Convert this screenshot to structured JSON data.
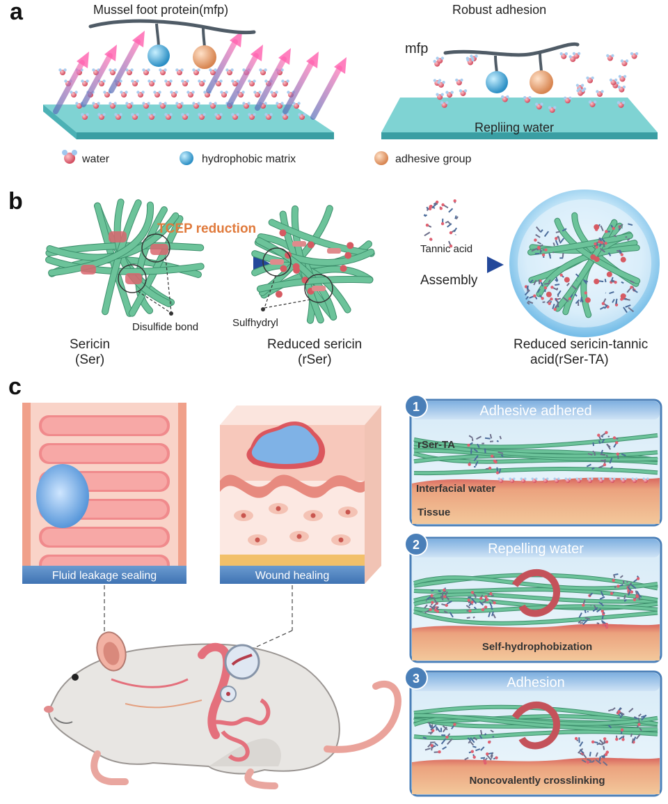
{
  "panel_a": {
    "letter": "a",
    "left_title": "Mussel foot protein(mfp)",
    "right_title": "Robust adhesion",
    "mfp_label": "mfp",
    "surface_label": "Repliing water",
    "legend": [
      {
        "label": "water",
        "icon": "water-molecule-icon"
      },
      {
        "label": "hydrophobic matrix",
        "icon": "blue-sphere-icon"
      },
      {
        "label": "adhesive group",
        "icon": "orange-sphere-icon"
      }
    ]
  },
  "panel_b": {
    "letter": "b",
    "reduction_label": "TCEP reduction",
    "tannic_label": "Tannic acid",
    "assembly_label": "Assembly",
    "disulfide_label": "Disulfide bond",
    "sulfhydryl_label": "Sulfhydryl",
    "ser_name": "Sericin",
    "ser_abbr": "(Ser)",
    "rser_name": "Reduced sericin",
    "rser_abbr": "(rSer)",
    "rserta_name": "Reduced sericin-tannic",
    "rserta_abbr": "acid(rSer-TA)"
  },
  "panel_c": {
    "letter": "c",
    "left_caption": "Fluid leakage sealing",
    "mid_caption": "Wound healing",
    "steps": [
      {
        "num": "1",
        "title": "Adhesive adhered",
        "labels": [
          "rSer-TA",
          "Interfacial water",
          "Tissue"
        ]
      },
      {
        "num": "2",
        "title": "Repelling water",
        "bottom": "Self-hydrophobization"
      },
      {
        "num": "3",
        "title": "Adhesion",
        "bottom": "Noncovalently crosslinking"
      }
    ]
  },
  "colors": {
    "teal_surface": "#5fc4c4",
    "fiber_green": "#58b08a",
    "water_red": "#e0606f",
    "sphere_blue": "#3aa8d8",
    "sphere_orange": "#e8a070",
    "tcep_orange": "#e07a3c",
    "arrow_blue": "#23489a",
    "step_frame": "#4a7fb8",
    "tissue": "#e7a877"
  }
}
